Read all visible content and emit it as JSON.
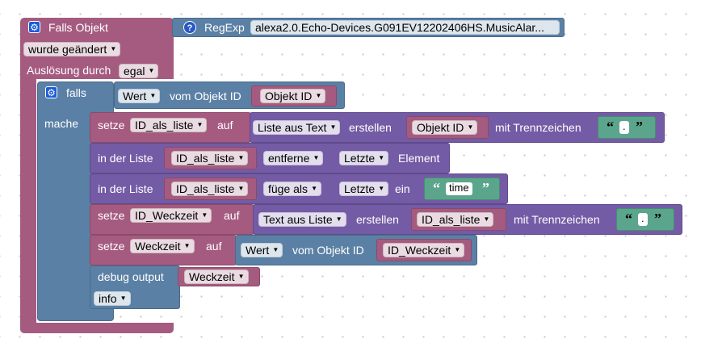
{
  "trigger": {
    "title": "Falls Objekt",
    "change_dropdown": "wurde geändert",
    "trigger_by_label": "Auslösung durch",
    "trigger_by_value": "egal",
    "regexp_label": "RegExp",
    "regexp_value": "alexa2.0.Echo-Devices.G091EV12202406HS.MusicAlar..."
  },
  "if_block": {
    "if_label": "falls",
    "do_label": "mache",
    "value_dropdown": "Wert",
    "from_object_label": "vom Objekt ID",
    "object_id_var": "Objekt ID"
  },
  "statements": {
    "set1": {
      "set_label": "setze",
      "var": "ID_als_liste",
      "to_label": "auf",
      "list_from_text": "Liste aus Text",
      "create_label": "erstellen",
      "source_var": "Objekt ID",
      "separator_label": "mit Trennzeichen",
      "separator_value": "."
    },
    "list_remove": {
      "in_list_label": "in der Liste",
      "var": "ID_als_liste",
      "action": "entferne",
      "position": "Letzte",
      "element_label": "Element"
    },
    "list_insert": {
      "in_list_label": "in der Liste",
      "var": "ID_als_liste",
      "action": "füge als",
      "position": "Letzte",
      "one_label": "ein",
      "text_value": "time"
    },
    "set2": {
      "set_label": "setze",
      "var": "ID_Weckzeit",
      "to_label": "auf",
      "text_from_list": "Text aus Liste",
      "create_label": "erstellen",
      "source_var": "ID_als_liste",
      "separator_label": "mit Trennzeichen",
      "separator_value": "."
    },
    "set3": {
      "set_label": "setze",
      "var": "Weckzeit",
      "to_label": "auf",
      "value_dropdown": "Wert",
      "from_object_label": "vom Objekt ID",
      "source_var": "ID_Weckzeit"
    },
    "debug": {
      "label": "debug output",
      "var": "Weckzeit",
      "level": "info"
    }
  },
  "icons": {
    "gear": "gear-icon",
    "help": "help-icon",
    "arrow": "dropdown-arrow-icon"
  },
  "colors": {
    "event": "#a55b80",
    "logic": "#5b80a5",
    "list": "#745ba5",
    "text": "#5ba58c"
  }
}
